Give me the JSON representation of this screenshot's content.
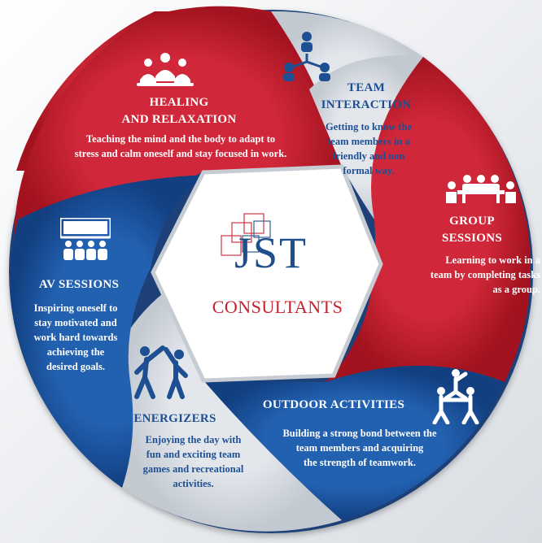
{
  "logo": {
    "name": "JST",
    "sub": "CONSULTANTS"
  },
  "colors": {
    "red": "#c62031",
    "blue": "#1d55a2",
    "grey": "#d6dbe1",
    "navy": "#1f4e8c"
  },
  "segments": [
    {
      "id": "healing",
      "title": "HEALING\nAND RELAXATION",
      "desc": "Teaching the mind and the body to adapt to\nstress and calm oneself and stay focused in work.",
      "icon": "meditation-group-icon",
      "color": "red"
    },
    {
      "id": "team",
      "title": "TEAM\nINTERACTION",
      "desc": "Getting to know the\nteam members in a\nfriendly and non\nformal way.",
      "icon": "network-people-icon",
      "color": "grey"
    },
    {
      "id": "group",
      "title": "GROUP\nSESSIONS",
      "desc": "Learning to work in a\nteam by completing tasks\nas a group.",
      "icon": "meeting-table-icon",
      "color": "red"
    },
    {
      "id": "outdoor",
      "title": "OUTDOOR ACTIVITIES",
      "desc": "Building a strong bond between the\nteam members and acquiring\nthe strength of teamwork.",
      "icon": "human-pyramid-icon",
      "color": "blue"
    },
    {
      "id": "energizers",
      "title": "ENERGIZERS",
      "desc": "Enjoying the day with\nfun and exciting team\ngames and recreational\nactivities.",
      "icon": "high-five-icon",
      "color": "grey"
    },
    {
      "id": "av",
      "title": "AV SESSIONS",
      "desc": "Inspiring oneself to\nstay motivated and\nwork hard towards\nachieving the\ndesired goals.",
      "icon": "audience-screen-icon",
      "color": "blue"
    }
  ]
}
